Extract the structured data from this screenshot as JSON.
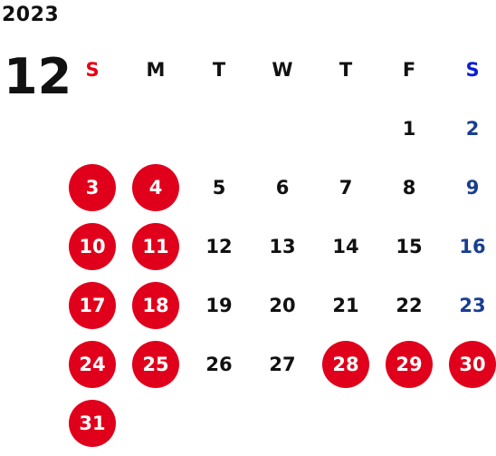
{
  "calendar": {
    "year": "2023",
    "month": "12",
    "weekdays": [
      "S",
      "M",
      "T",
      "W",
      "T",
      "F",
      "S"
    ],
    "colors": {
      "sunday_header": "#e60012",
      "saturday_header": "#0b1fd6",
      "saturday_day": "#1a3e8f",
      "holiday_circle": "#e0001b",
      "default_text": "#111111"
    },
    "weeks": [
      [
        "",
        "",
        "",
        "",
        "",
        "1",
        "2"
      ],
      [
        "3",
        "4",
        "5",
        "6",
        "7",
        "8",
        "9"
      ],
      [
        "10",
        "11",
        "12",
        "13",
        "14",
        "15",
        "16"
      ],
      [
        "17",
        "18",
        "19",
        "20",
        "21",
        "22",
        "23"
      ],
      [
        "24",
        "25",
        "26",
        "27",
        "28",
        "29",
        "30"
      ],
      [
        "31",
        "",
        "",
        "",
        "",
        "",
        ""
      ]
    ],
    "holidays": [
      "3",
      "4",
      "10",
      "11",
      "17",
      "18",
      "24",
      "25",
      "28",
      "29",
      "30",
      "31"
    ]
  }
}
